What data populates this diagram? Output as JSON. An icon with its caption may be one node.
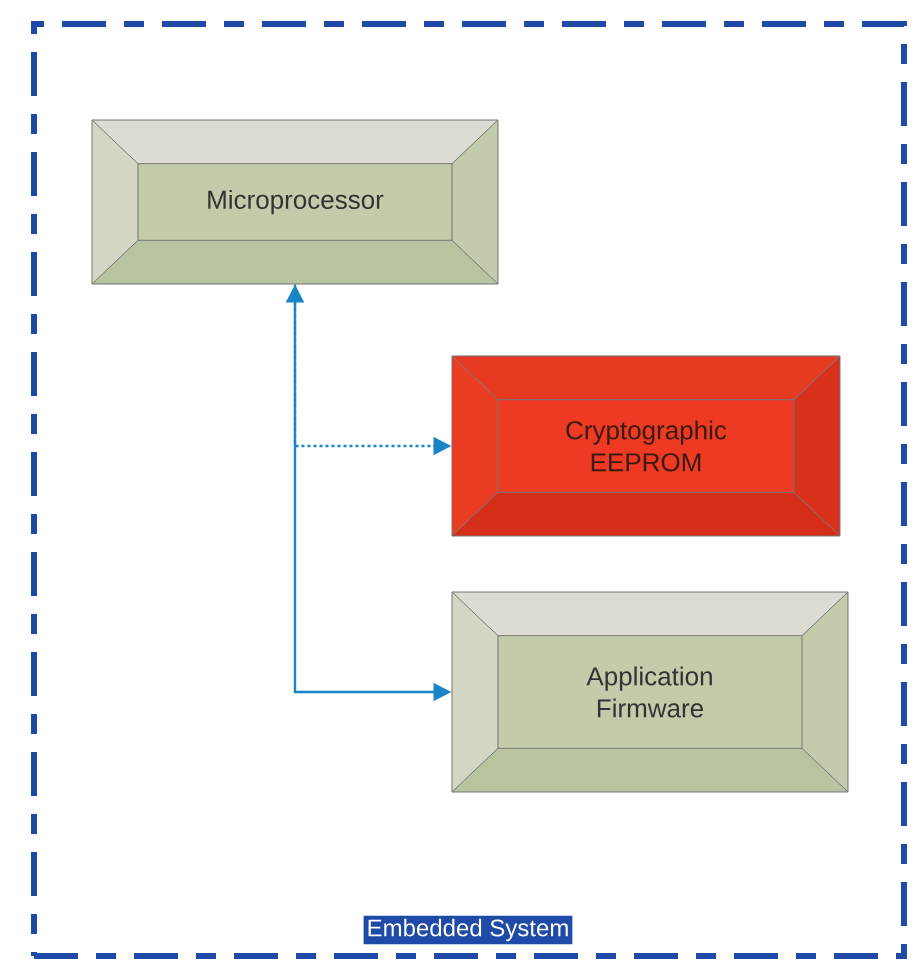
{
  "diagram": {
    "nodes": [
      {
        "text": [
          "Embedded System"
        ]
      },
      {
        "text": [
          "Microprocessor"
        ],
        "in": 0
      },
      {
        "text": [
          "Cryptographic EEPROM"
        ],
        "in": 0
      },
      {
        "text": [
          "Application Firmware"
        ],
        "in": 0
      }
    ],
    "edges": [
      {
        "from": 1,
        "to": 3,
        "arrow": "both"
      },
      {
        "from": 1,
        "to": 2,
        "arrow": "to",
        "style": "dashed"
      }
    ]
  }
}
